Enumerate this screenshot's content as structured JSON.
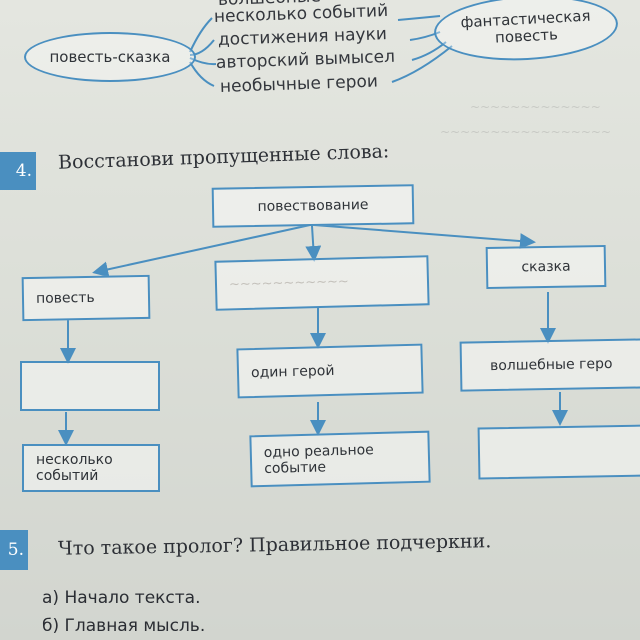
{
  "mindmap": {
    "left_oval": "повесть-сказка",
    "right_oval_line1": "фантастическая",
    "right_oval_line2": "повесть",
    "words": [
      "волшебные",
      "несколько событий",
      "достижения науки",
      "авторский вымысел",
      "необычные герои"
    ]
  },
  "task4": {
    "number": "4.",
    "title": "Восстанови пропущенные слова:",
    "boxes": {
      "top": "повествование",
      "col1_head": "повесть",
      "col1_mid": "",
      "col1_bottom_line1": "несколько",
      "col1_bottom_line2": "событий",
      "col2_head": "",
      "col2_mid": "один герой",
      "col2_bottom_line1": "одно реальное",
      "col2_bottom_line2": "событие",
      "col3_head": "сказка",
      "col3_mid": "волшебные геро",
      "col3_bottom": ""
    }
  },
  "task5": {
    "number": "5.",
    "title": "Что такое пролог? Правильное подчеркни.",
    "answers": [
      "а) Начало текста.",
      "б) Главная мысль."
    ]
  },
  "colors": {
    "accent": "#4a8fc0",
    "text": "#2f3338",
    "paper": "#e1e3dd"
  }
}
